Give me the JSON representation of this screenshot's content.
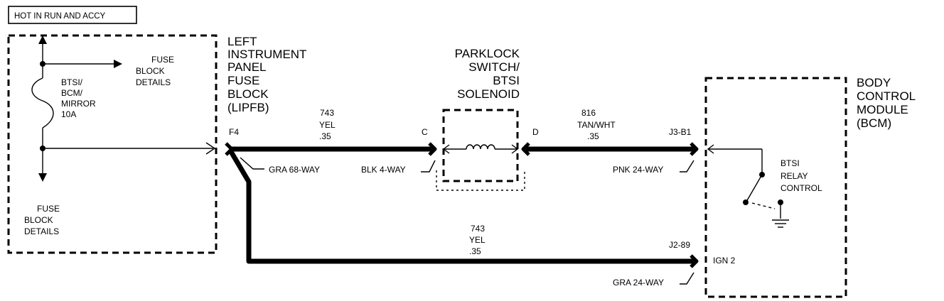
{
  "header_box": {
    "label": "HOT IN RUN AND ACCY"
  },
  "fuse_block_panel": {
    "fuse_label": [
      "BTSI/",
      "BCM/",
      "MIRROR",
      "10A"
    ],
    "fuse_block_details_upper": [
      "FUSE",
      "BLOCK",
      "DETAILS"
    ],
    "fuse_block_details_lower": [
      "FUSE",
      "BLOCK",
      "DETAILS"
    ]
  },
  "lipfb": {
    "title": [
      "LEFT",
      "INSTRUMENT",
      "PANEL",
      "FUSE",
      "BLOCK",
      "(LIPFB)"
    ],
    "terminal": "F4",
    "connector": "GRA 68-WAY"
  },
  "wire_top_left": {
    "circuit": "743",
    "color": "YEL",
    "gauge": ".35"
  },
  "parklock": {
    "title": [
      "PARKLOCK",
      "SWITCH/",
      "BTSI",
      "SOLENOID"
    ],
    "terminal_in": "C",
    "terminal_out": "D",
    "connector": "BLK 4-WAY"
  },
  "wire_top_right": {
    "circuit": "816",
    "color": "TAN/WHT",
    "gauge": ".35"
  },
  "bcm": {
    "title": [
      "BODY",
      "CONTROL",
      "MODULE",
      "(BCM)"
    ],
    "terminal_top": "J3-B1",
    "connector_top": "PNK 24-WAY",
    "relay_label": [
      "BTSI",
      "RELAY",
      "CONTROL"
    ],
    "terminal_bottom": "J2-89",
    "ign_label": "IGN 2",
    "connector_bottom": "GRA 24-WAY"
  },
  "wire_bottom": {
    "circuit": "743",
    "color": "YEL",
    "gauge": ".35"
  }
}
